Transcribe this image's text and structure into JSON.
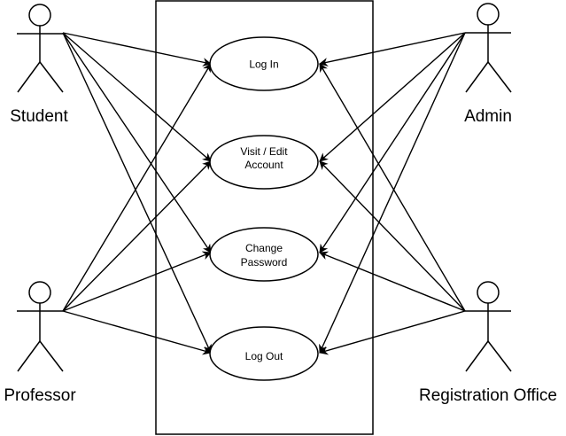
{
  "actors": [
    {
      "id": "student",
      "name": "Student"
    },
    {
      "id": "professor",
      "name": "Professor"
    },
    {
      "id": "admin",
      "name": "Admin"
    },
    {
      "id": "registration",
      "name": "Registration Office"
    }
  ],
  "use_cases": [
    {
      "id": "login",
      "lines": [
        "Log In"
      ]
    },
    {
      "id": "visit",
      "lines": [
        "Visit / Edit",
        "Account"
      ]
    },
    {
      "id": "change",
      "lines": [
        "Change",
        "Password"
      ]
    },
    {
      "id": "logout",
      "lines": [
        "Log Out"
      ]
    }
  ],
  "associations": [
    {
      "from": "student",
      "to": "login"
    },
    {
      "from": "student",
      "to": "visit"
    },
    {
      "from": "student",
      "to": "change"
    },
    {
      "from": "student",
      "to": "logout"
    },
    {
      "from": "professor",
      "to": "login"
    },
    {
      "from": "professor",
      "to": "visit"
    },
    {
      "from": "professor",
      "to": "change"
    },
    {
      "from": "professor",
      "to": "logout"
    },
    {
      "from": "admin",
      "to": "login"
    },
    {
      "from": "admin",
      "to": "visit"
    },
    {
      "from": "admin",
      "to": "change"
    },
    {
      "from": "admin",
      "to": "logout"
    },
    {
      "from": "registration",
      "to": "login"
    },
    {
      "from": "registration",
      "to": "visit"
    },
    {
      "from": "registration",
      "to": "change"
    },
    {
      "from": "registration",
      "to": "logout"
    }
  ]
}
